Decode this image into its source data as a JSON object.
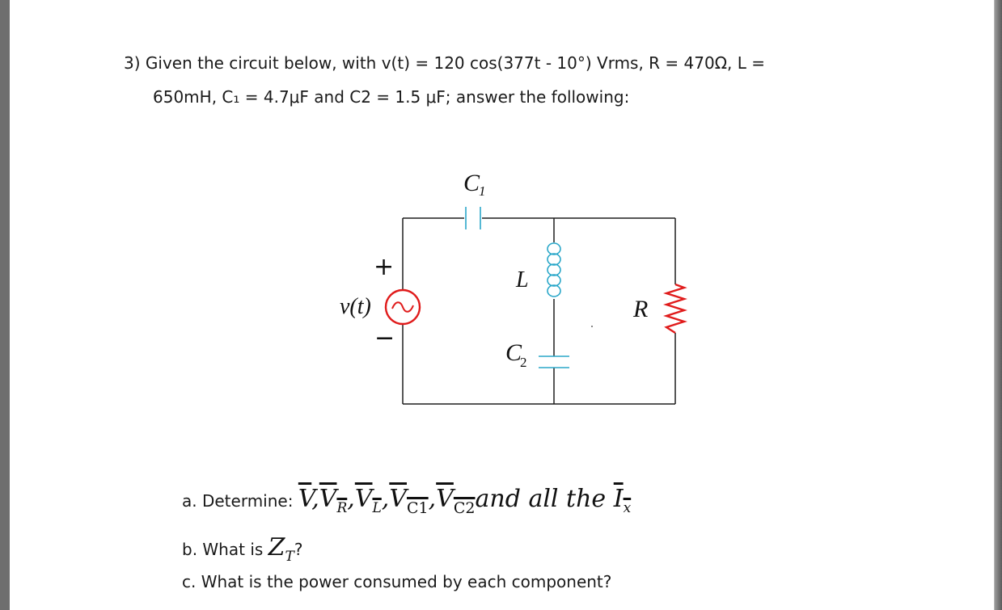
{
  "question": {
    "line1": "3) Given the circuit below, with v(t) = 120 cos(377t - 10°) Vrms, R = 470Ω, L =",
    "line2": "650mH, C₁ = 4.7μF and C2 = 1.5 μF; answer the following:"
  },
  "circuit": {
    "c1_letter": "C",
    "c1_sub": "1",
    "c2_letter": "C",
    "c2_sub": "2",
    "l_label": "L",
    "r_label": "R",
    "source_label": "v(t)",
    "plus_sign": "+",
    "minus_sign": "−",
    "source_symbol": "~",
    "colors": {
      "wire": "#1f1f1f",
      "source": "#e01b1b",
      "inductor": "#2aa7c9",
      "capacitor": "#2aa7c9",
      "resistor": "#e01b1b"
    }
  },
  "parts": {
    "a": {
      "prefix": "a. Determine: ",
      "v": "V",
      "sep": ",",
      "vr_base": "V",
      "vr_sub": "R",
      "vl_base": "V",
      "vl_sub": "L",
      "vc1_base": "V",
      "vc1_sub": "C1",
      "vc2_base": "V",
      "vc2_sub": "C2",
      "tail": "and all the ",
      "ix_base": "I",
      "ix_sub": "x"
    },
    "b": {
      "prefix": "b. What is ",
      "z_base": "Z",
      "z_sub": "T",
      "suffix": "?"
    },
    "c": {
      "text": "c. What is the power consumed by each component?"
    }
  }
}
